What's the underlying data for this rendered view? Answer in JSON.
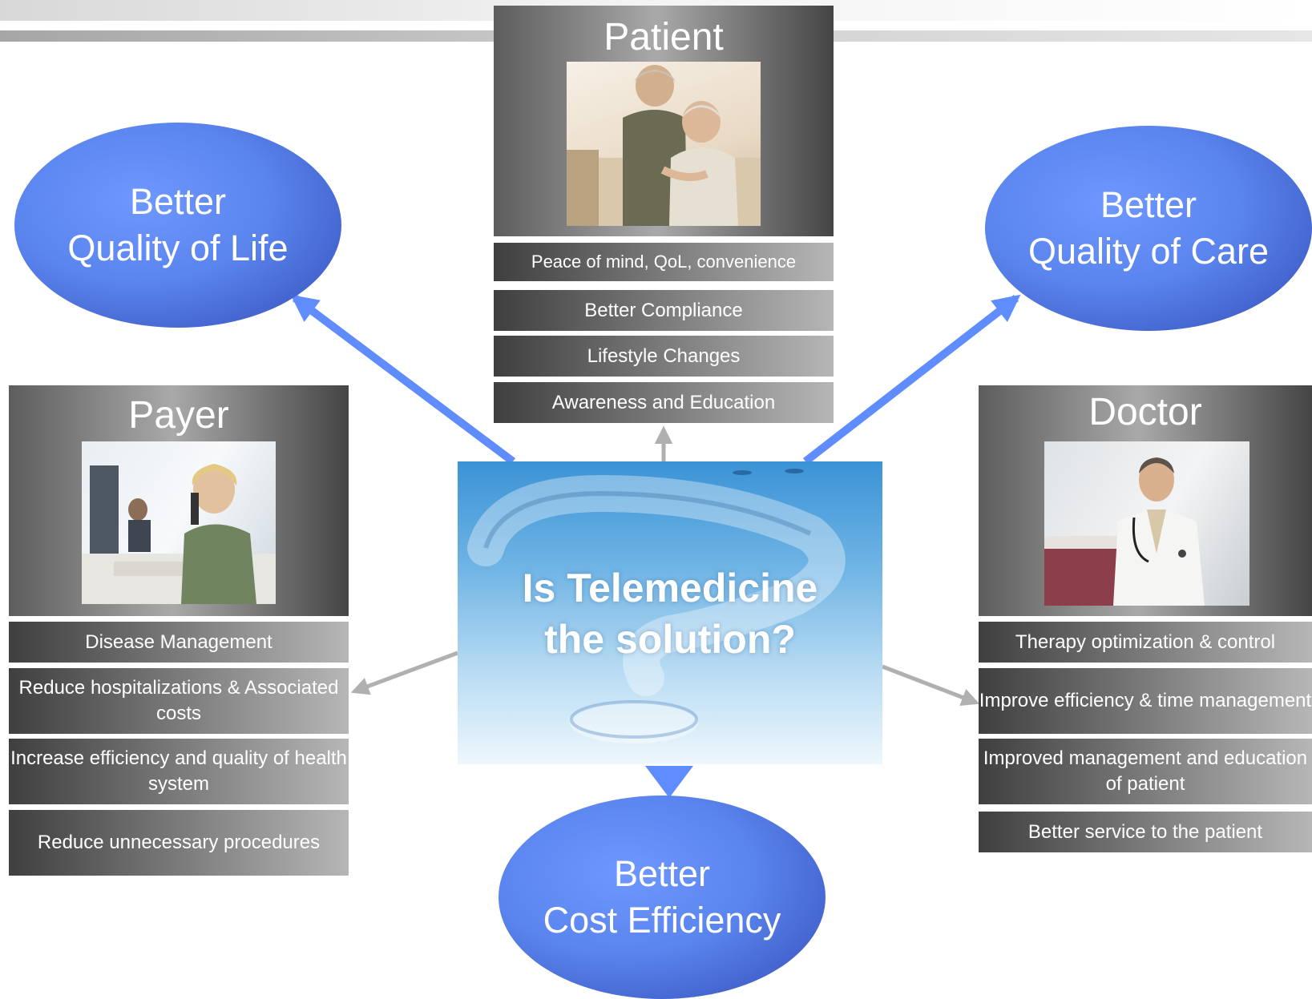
{
  "center": {
    "line1": "Is Telemedicine",
    "line2": "the solution?"
  },
  "outcomes": {
    "quality_of_life": {
      "line1": "Better",
      "line2": "Quality of Life"
    },
    "quality_of_care": {
      "line1": "Better",
      "line2": "Quality of Care"
    },
    "cost_efficiency": {
      "line1": "Better",
      "line2": "Cost Efficiency"
    }
  },
  "stakeholders": {
    "patient": {
      "title": "Patient",
      "items": [
        "Peace of mind, QoL, convenience",
        "Better Compliance",
        "Lifestyle Changes",
        "Awareness and Education"
      ]
    },
    "payer": {
      "title": "Payer",
      "items": [
        "Disease Management",
        "Reduce hospitalizations & Associated costs",
        "Increase efficiency and quality of health system",
        "Reduce unnecessary procedures"
      ]
    },
    "doctor": {
      "title": "Doctor",
      "items": [
        "Therapy optimization & control",
        "Improve efficiency & time management",
        "Improved management and education of patient",
        "Better service to the patient"
      ]
    }
  },
  "colors": {
    "ellipse_blue": "#5b85ee",
    "arrow_blue": "#5f8dff",
    "arrow_gray": "#b0b0b0",
    "panel_gray": "#5d5d5d"
  }
}
